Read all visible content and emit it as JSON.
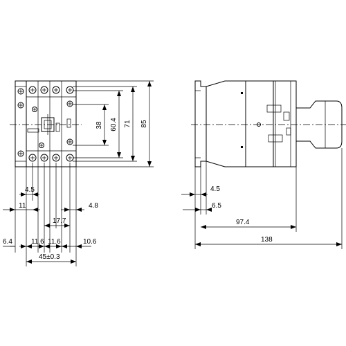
{
  "front_view": {
    "dims_vertical": [
      "38",
      "60.4",
      "71",
      "85"
    ],
    "dims_horizontal": [
      "4.5",
      "11",
      "4.8",
      "17.7",
      "6.4",
      "11.6",
      "11.6",
      "10.6",
      "45±0.3"
    ]
  },
  "side_view": {
    "dims_horizontal": [
      "4.5",
      "6.5",
      "97.4",
      "138"
    ]
  }
}
